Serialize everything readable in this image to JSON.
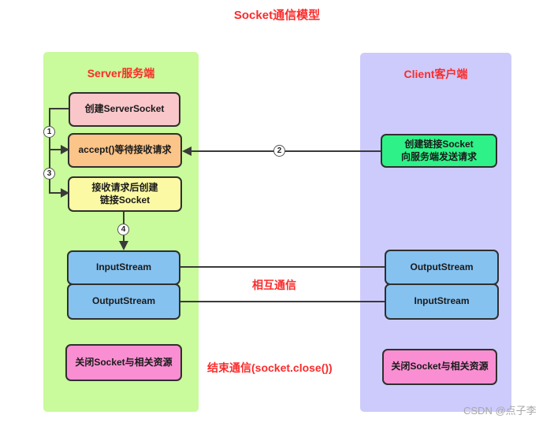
{
  "title": "Socket通信模型",
  "server": {
    "header": "Server服务端",
    "boxes": {
      "create": "创建ServerSocket",
      "accept": "accept()等待接收请求",
      "receive": "接收请求后创建\n链接Socket",
      "input": "InputStream",
      "output": "OutputStream",
      "close": "关闭Socket与相关资源"
    }
  },
  "client": {
    "header": "Client客户端",
    "boxes": {
      "create": "创建链接Socket\n向服务端发送请求",
      "output": "OutputStream",
      "input": "InputStream",
      "close": "关闭Socket与相关资源"
    }
  },
  "steps": [
    "1",
    "2",
    "3",
    "4"
  ],
  "labels": {
    "mutual": "相互通信",
    "end": "结束通信(socket.close())"
  },
  "watermark": "CSDN @点子李",
  "colors": {
    "accent_red": "#fb2b2b",
    "panel_server": "#c9fa9b",
    "panel_client": "#cdcbfb",
    "box_pink": "#f9c6ca",
    "box_orange": "#fbc488",
    "box_yellow": "#fbf9a3",
    "box_blue": "#85c2f0",
    "box_green": "#2ef287",
    "box_magenta": "#f98fd2",
    "line": "#3a3a3a",
    "watermark_gray": "#a8a8a8"
  }
}
